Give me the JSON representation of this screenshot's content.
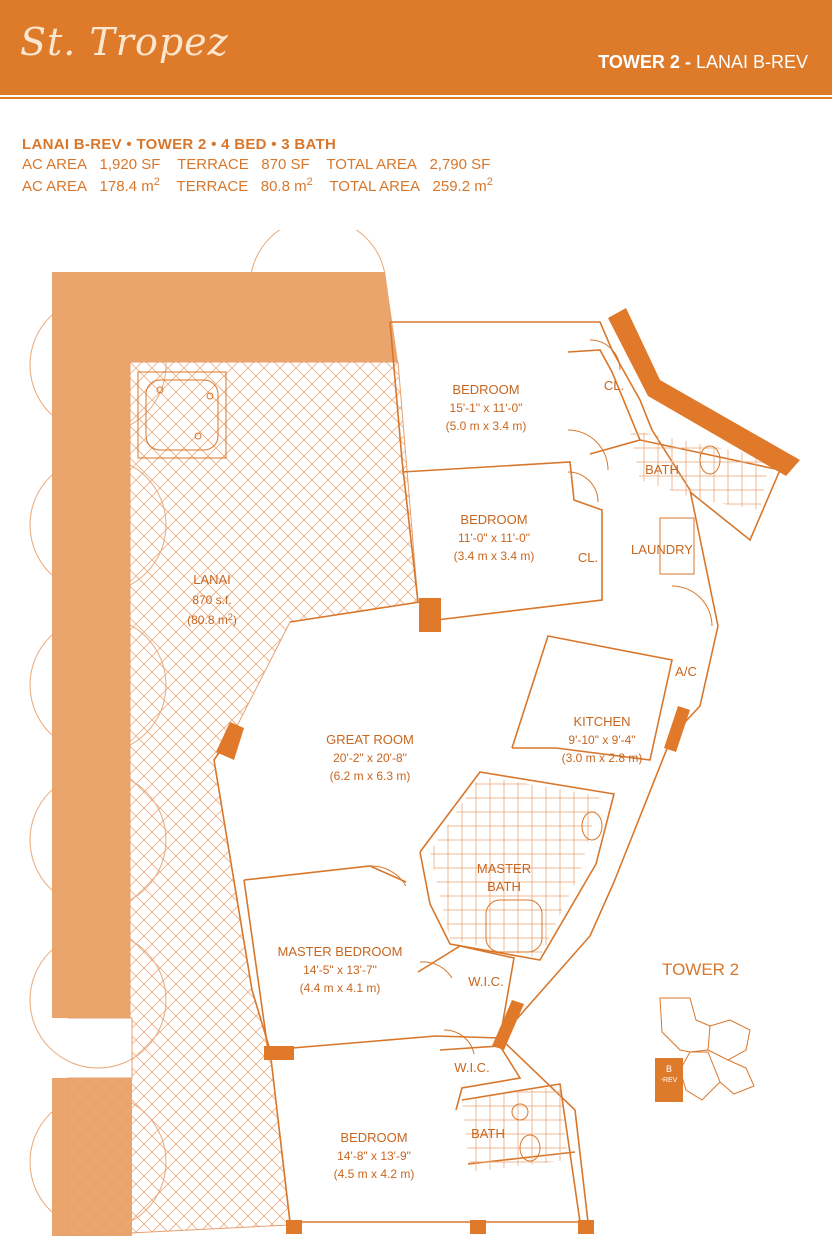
{
  "header": {
    "logo_text": "St. Tropez",
    "tower_label": "TOWER 2 -",
    "unit_label": "LANAI B-REV"
  },
  "specs": {
    "line1": "LANAI B-REV • TOWER 2 • 4 BED • 3 BATH",
    "line2": {
      "ac_label": "AC AREA",
      "ac_value": "1,920 SF",
      "terrace_label": "TERRACE",
      "terrace_value": "870 SF",
      "total_label": "TOTAL AREA",
      "total_value": "2,790 SF"
    },
    "line3": {
      "ac_label": "AC AREA",
      "ac_value": "178.4 m",
      "ac_sup": "2",
      "terrace_label": "TERRACE",
      "terrace_value": "80.8 m",
      "terrace_sup": "2",
      "total_label": "TOTAL AREA",
      "total_value": "259.2 m",
      "total_sup": "2"
    }
  },
  "rooms": {
    "bedroom1": {
      "name": "BEDROOM",
      "dim": "15'-1\" x 11'-0\"",
      "metric": "(5.0 m x 3.4 m)"
    },
    "bedroom2": {
      "name": "BEDROOM",
      "dim": "11'-0\" x 11'-0\"",
      "metric": "(3.4 m x 3.4 m)"
    },
    "closet1": "CL.",
    "closet2": "CL.",
    "bath": "BATH",
    "laundry": "LAUNDRY",
    "ac": "A/C",
    "lanai": {
      "name": "LANAI",
      "area": "870 s.f.",
      "metric": "(80.8 m",
      "metric_sup": "2",
      "metric_close": ")"
    },
    "kitchen": {
      "name": "KITCHEN",
      "dim": "9'-10\" x 9'-4\"",
      "metric": "(3.0 m x 2.8 m)"
    },
    "great_room": {
      "name": "GREAT ROOM",
      "dim": "20'-2\" x 20'-8\"",
      "metric": "(6.2 m x 6.3 m)"
    },
    "master_bath": {
      "line1": "MASTER",
      "line2": "BATH"
    },
    "master_bedroom": {
      "name": "MASTER BEDROOM",
      "dim": "14'-5\" x 13'-7\"",
      "metric": "(4.4 m x 4.1 m)"
    },
    "wic1": "W.I.C.",
    "wic2": "W.I.C.",
    "bedroom3": {
      "name": "BEDROOM",
      "dim": "14'-8\" x 13'-9\"",
      "metric": "(4.5 m x 4.2 m)"
    },
    "bath3": "BATH"
  },
  "key_plan": {
    "title": "TOWER 2",
    "unit_tag_line1": "B",
    "unit_tag_line2": "-REV"
  },
  "colors": {
    "brand_orange": "#de7b2b",
    "wall_orange": "#e07a2a",
    "terrace_fill": "#eaa56d",
    "line": "#d8772b"
  }
}
